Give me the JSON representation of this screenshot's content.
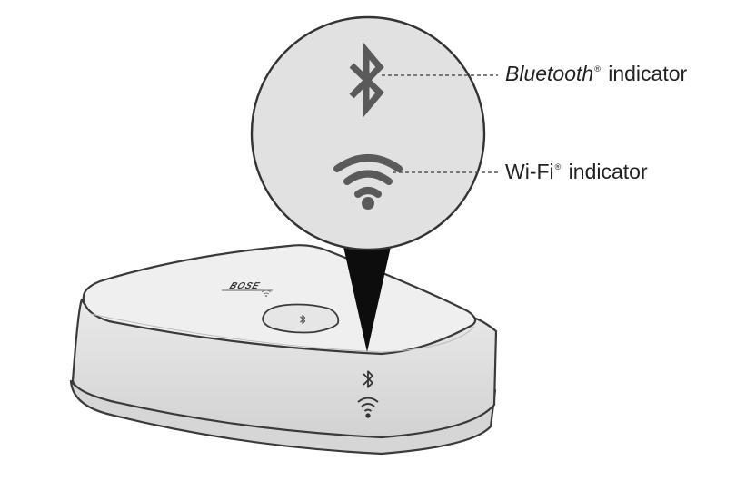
{
  "labels": {
    "bluetooth": {
      "name": "Bluetooth",
      "mark": "®",
      "suffix": " indicator"
    },
    "wifi": {
      "name": "Wi-Fi",
      "mark": "®",
      "suffix": " indicator"
    }
  },
  "device": {
    "brand_logo": "BOSE"
  },
  "colors": {
    "outline": "#3a3a3a",
    "device_fill": "#e3e3e3",
    "device_top": "#ededed",
    "icon": "#555555",
    "callout_line": "#666666",
    "pointer": "#0d0d0d"
  },
  "icons": [
    "bluetooth-icon",
    "wifi-icon"
  ]
}
